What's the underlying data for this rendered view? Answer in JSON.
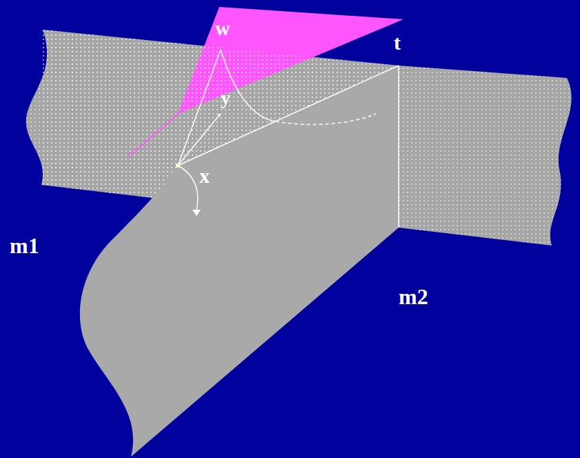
{
  "diagram": {
    "labels": [
      "w",
      "y",
      "x",
      "t",
      "m1",
      "m2"
    ]
  }
}
